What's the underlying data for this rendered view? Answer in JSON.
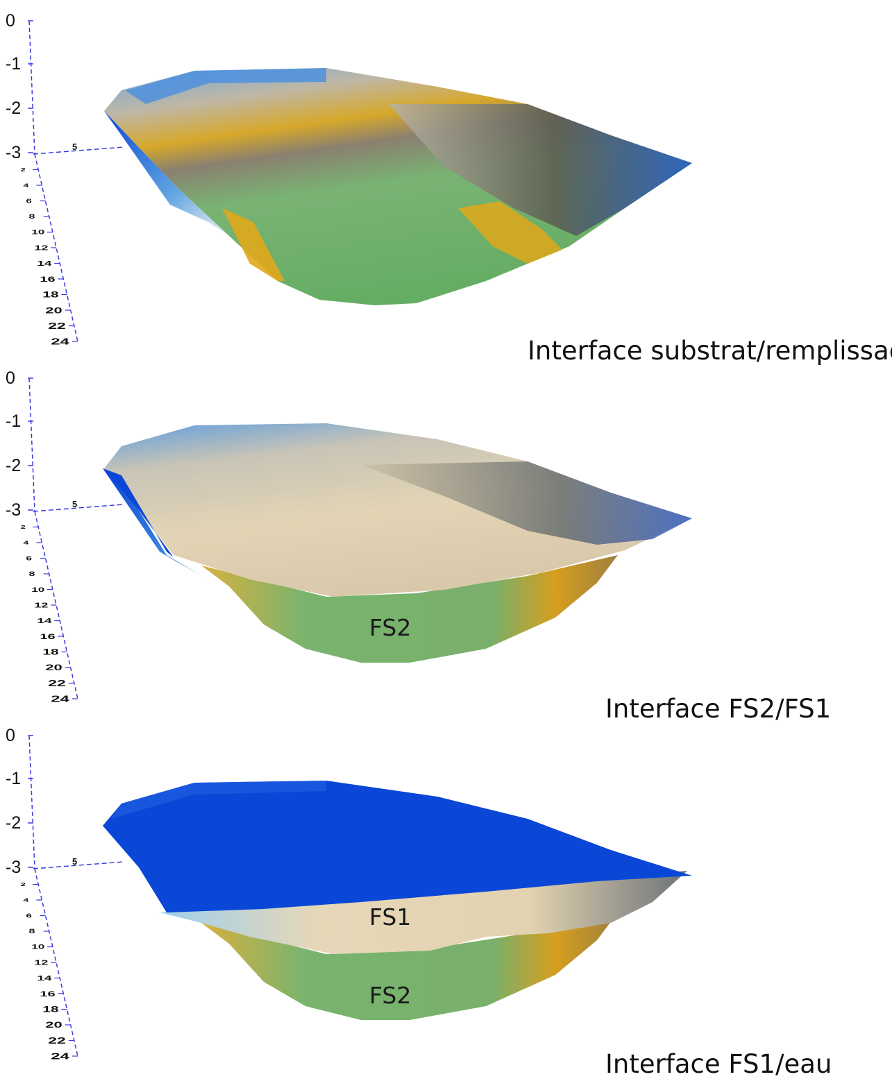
{
  "axis": {
    "upper_ticks": [
      "0",
      "-1",
      "-2",
      "-3"
    ],
    "lower_ticks": [
      "2",
      "4",
      "6",
      "8",
      "10",
      "12",
      "14",
      "16",
      "18",
      "20",
      "22",
      "24"
    ],
    "marker": "5"
  },
  "panels": [
    {
      "caption": "Interface substrat/remplissage",
      "layers": []
    },
    {
      "caption": "Interface FS2/FS1",
      "layers": [
        "FS2"
      ]
    },
    {
      "caption": "Interface FS1/eau",
      "layers": [
        "FS1",
        "FS2"
      ]
    }
  ],
  "colors": {
    "water": "#0a47d6",
    "axis": "#3a3ae0",
    "green": "#6fb56a",
    "ochre": "#e0a81a",
    "sand": "#e8d8b8",
    "slate": "#556068"
  }
}
